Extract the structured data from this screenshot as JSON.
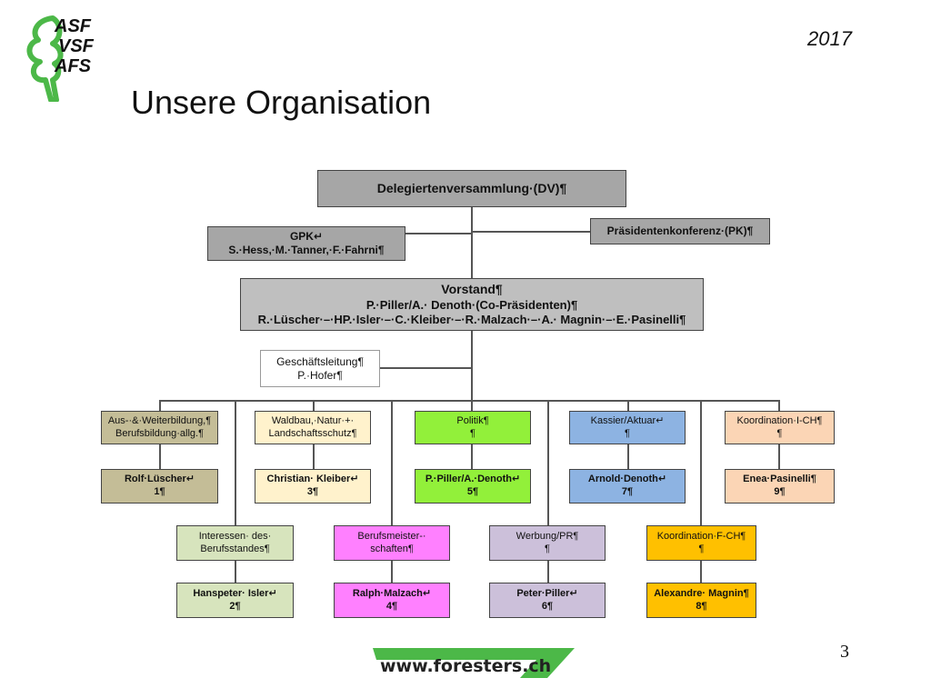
{
  "header": {
    "logo_lines": [
      "ASF",
      "VSF",
      "AFS"
    ],
    "year": "2017",
    "title": "Unsere Organisation"
  },
  "colors": {
    "green_brand": "#4cb848",
    "top_gray": "#a6a6a6",
    "mid_gray": "#bfbfbf",
    "olive": "#c4bd97",
    "light_yellow": "#fff2cc",
    "lime": "#92f03a",
    "blue": "#8db3e2",
    "peach": "#fbd5b5",
    "light_green": "#d7e4bd",
    "magenta": "#ff80ff",
    "lavender": "#ccc0da",
    "orange": "#ffc000"
  },
  "org": {
    "dv": {
      "line1": "Delegiertenversammlung·(DV)¶"
    },
    "pk": {
      "line1": "Präsidentenkonferenz·(PK)¶"
    },
    "gpk": {
      "line1": "GPK↵",
      "line2": "S.·Hess,·M.·Tanner,·F.·Fahrni¶"
    },
    "vorstand": {
      "line1": "Vorstand¶",
      "line2": "P.·Piller/A.· Denoth·(Co-Präsidenten)¶",
      "line3": "R.·Lüscher·–·HP.·Isler·–·C.·Kleiber·–·R.·Malzach·–·A.· Magnin·–·E.·Pasinelli¶"
    },
    "gl": {
      "line1": "Geschäftsleitung¶",
      "line2": "P.·Hofer¶"
    },
    "row1": [
      {
        "line1": "Aus-·&·Weiterbildung,¶",
        "line2": "Berufsbildung·allg.¶"
      },
      {
        "line1": "Waldbau,·Natur·+·",
        "line2": "Landschaftsschutz¶"
      },
      {
        "line1": "Politik¶",
        "line2": "¶"
      },
      {
        "line1": "Kassier/Aktuar↵",
        "line2": "¶"
      },
      {
        "line1": "Koordination·I-CH¶",
        "line2": "¶"
      }
    ],
    "row2": [
      {
        "line1": "Rolf·Lüscher↵",
        "line2": "1¶"
      },
      {
        "line1": "Christian· Kleiber↵",
        "line2": "3¶"
      },
      {
        "line1": "P.·Piller/A.·Denoth↵",
        "line2": "5¶"
      },
      {
        "line1": "Arnold·Denoth↵",
        "line2": "7¶"
      },
      {
        "line1": "Enea·Pasinelli¶",
        "line2": "9¶"
      }
    ],
    "row3": [
      {
        "line1": "Interessen· des·",
        "line2": "Berufsstandes¶"
      },
      {
        "line1": "Berufsmeister-·",
        "line2": "schaften¶"
      },
      {
        "line1": "Werbung/PR¶",
        "line2": "¶"
      },
      {
        "line1": "Koordination·F-CH¶",
        "line2": "¶"
      }
    ],
    "row4": [
      {
        "line1": "Hanspeter· Isler↵",
        "line2": "2¶"
      },
      {
        "line1": "Ralph·Malzach↵",
        "line2": "4¶"
      },
      {
        "line1": "Peter·Piller↵",
        "line2": "6¶"
      },
      {
        "line1": "Alexandre· Magnin¶",
        "line2": "8¶"
      }
    ]
  },
  "footer": {
    "page_number": "3",
    "url": "www.foresters.ch"
  }
}
